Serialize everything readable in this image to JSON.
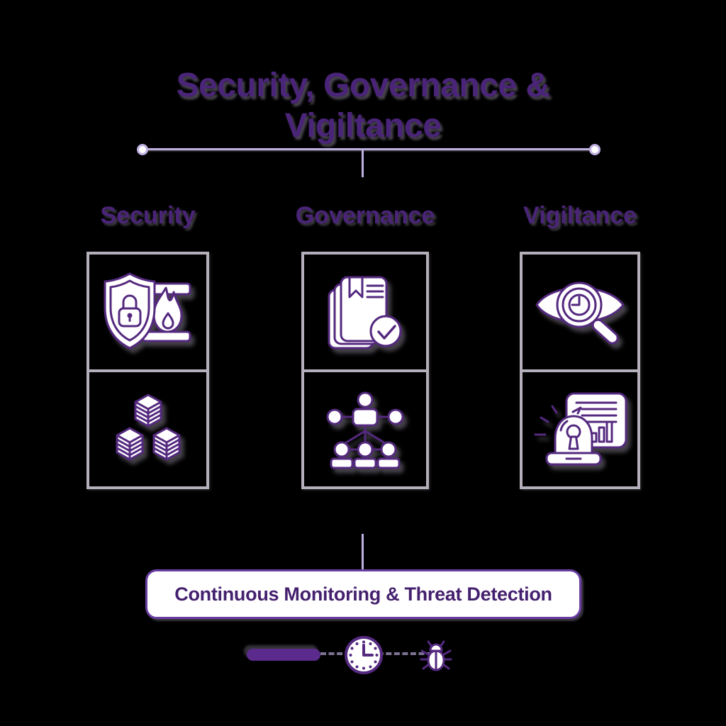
{
  "title": {
    "line1": "Security, Governance &",
    "line2": "Vigiltance"
  },
  "columns": [
    {
      "label": "Security",
      "cells": [
        {
          "icon": "shield-lock-firewall-icon"
        },
        {
          "icon": "data-cubes-icon"
        }
      ]
    },
    {
      "label": "Governance",
      "cells": [
        {
          "icon": "compliance-documents-check-icon"
        },
        {
          "icon": "org-chart-icon"
        }
      ]
    },
    {
      "label": "Vigiltance",
      "cells": [
        {
          "icon": "eye-magnifier-clock-icon"
        },
        {
          "icon": "alarm-siren-dashboard-icon"
        }
      ]
    }
  ],
  "footer": {
    "banner_label": "Continuous Monitoring & Threat Detection",
    "icons": [
      "progress-pill-icon",
      "clock-icon",
      "bug-icon"
    ]
  },
  "colors": {
    "background": "#000000",
    "title_purple": "#4a2478",
    "icon_stroke": "#54297f",
    "frame_gray": "#b4afba",
    "connector_lavender": "#bfb0e2",
    "banner_border": "#6a3da2",
    "banner_bg": "#ffffff",
    "banner_text": "#44206e",
    "pill_fill": "#5a2b8c"
  }
}
